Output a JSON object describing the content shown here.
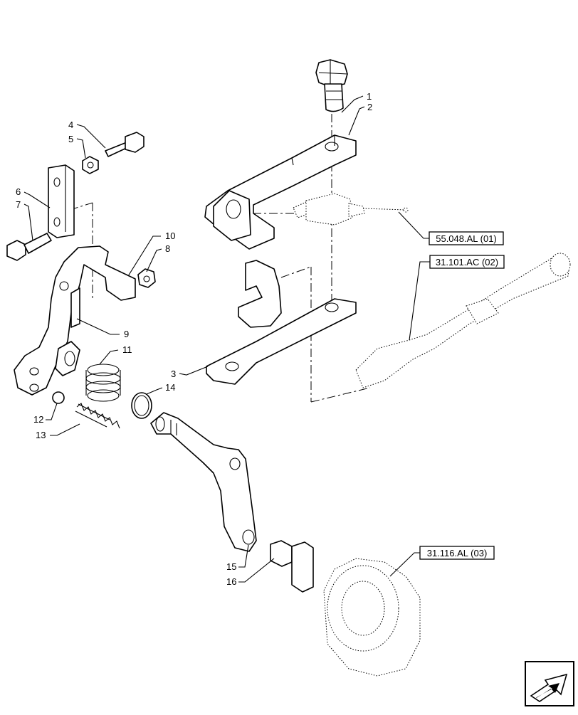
{
  "callouts": {
    "c1": "1",
    "c2": "2",
    "c3": "3",
    "c4": "4",
    "c5": "5",
    "c6": "6",
    "c7": "7",
    "c8": "8",
    "c9": "9",
    "c10": "10",
    "c11": "11",
    "c12": "12",
    "c13": "13",
    "c14": "14",
    "c15": "15",
    "c16": "16"
  },
  "references": {
    "r1": "55.048.AL (01)",
    "r2": "31.101.AC (02)",
    "r3": "31.116.AL (03)"
  },
  "nav_icon": "next-page-arrow-icon"
}
